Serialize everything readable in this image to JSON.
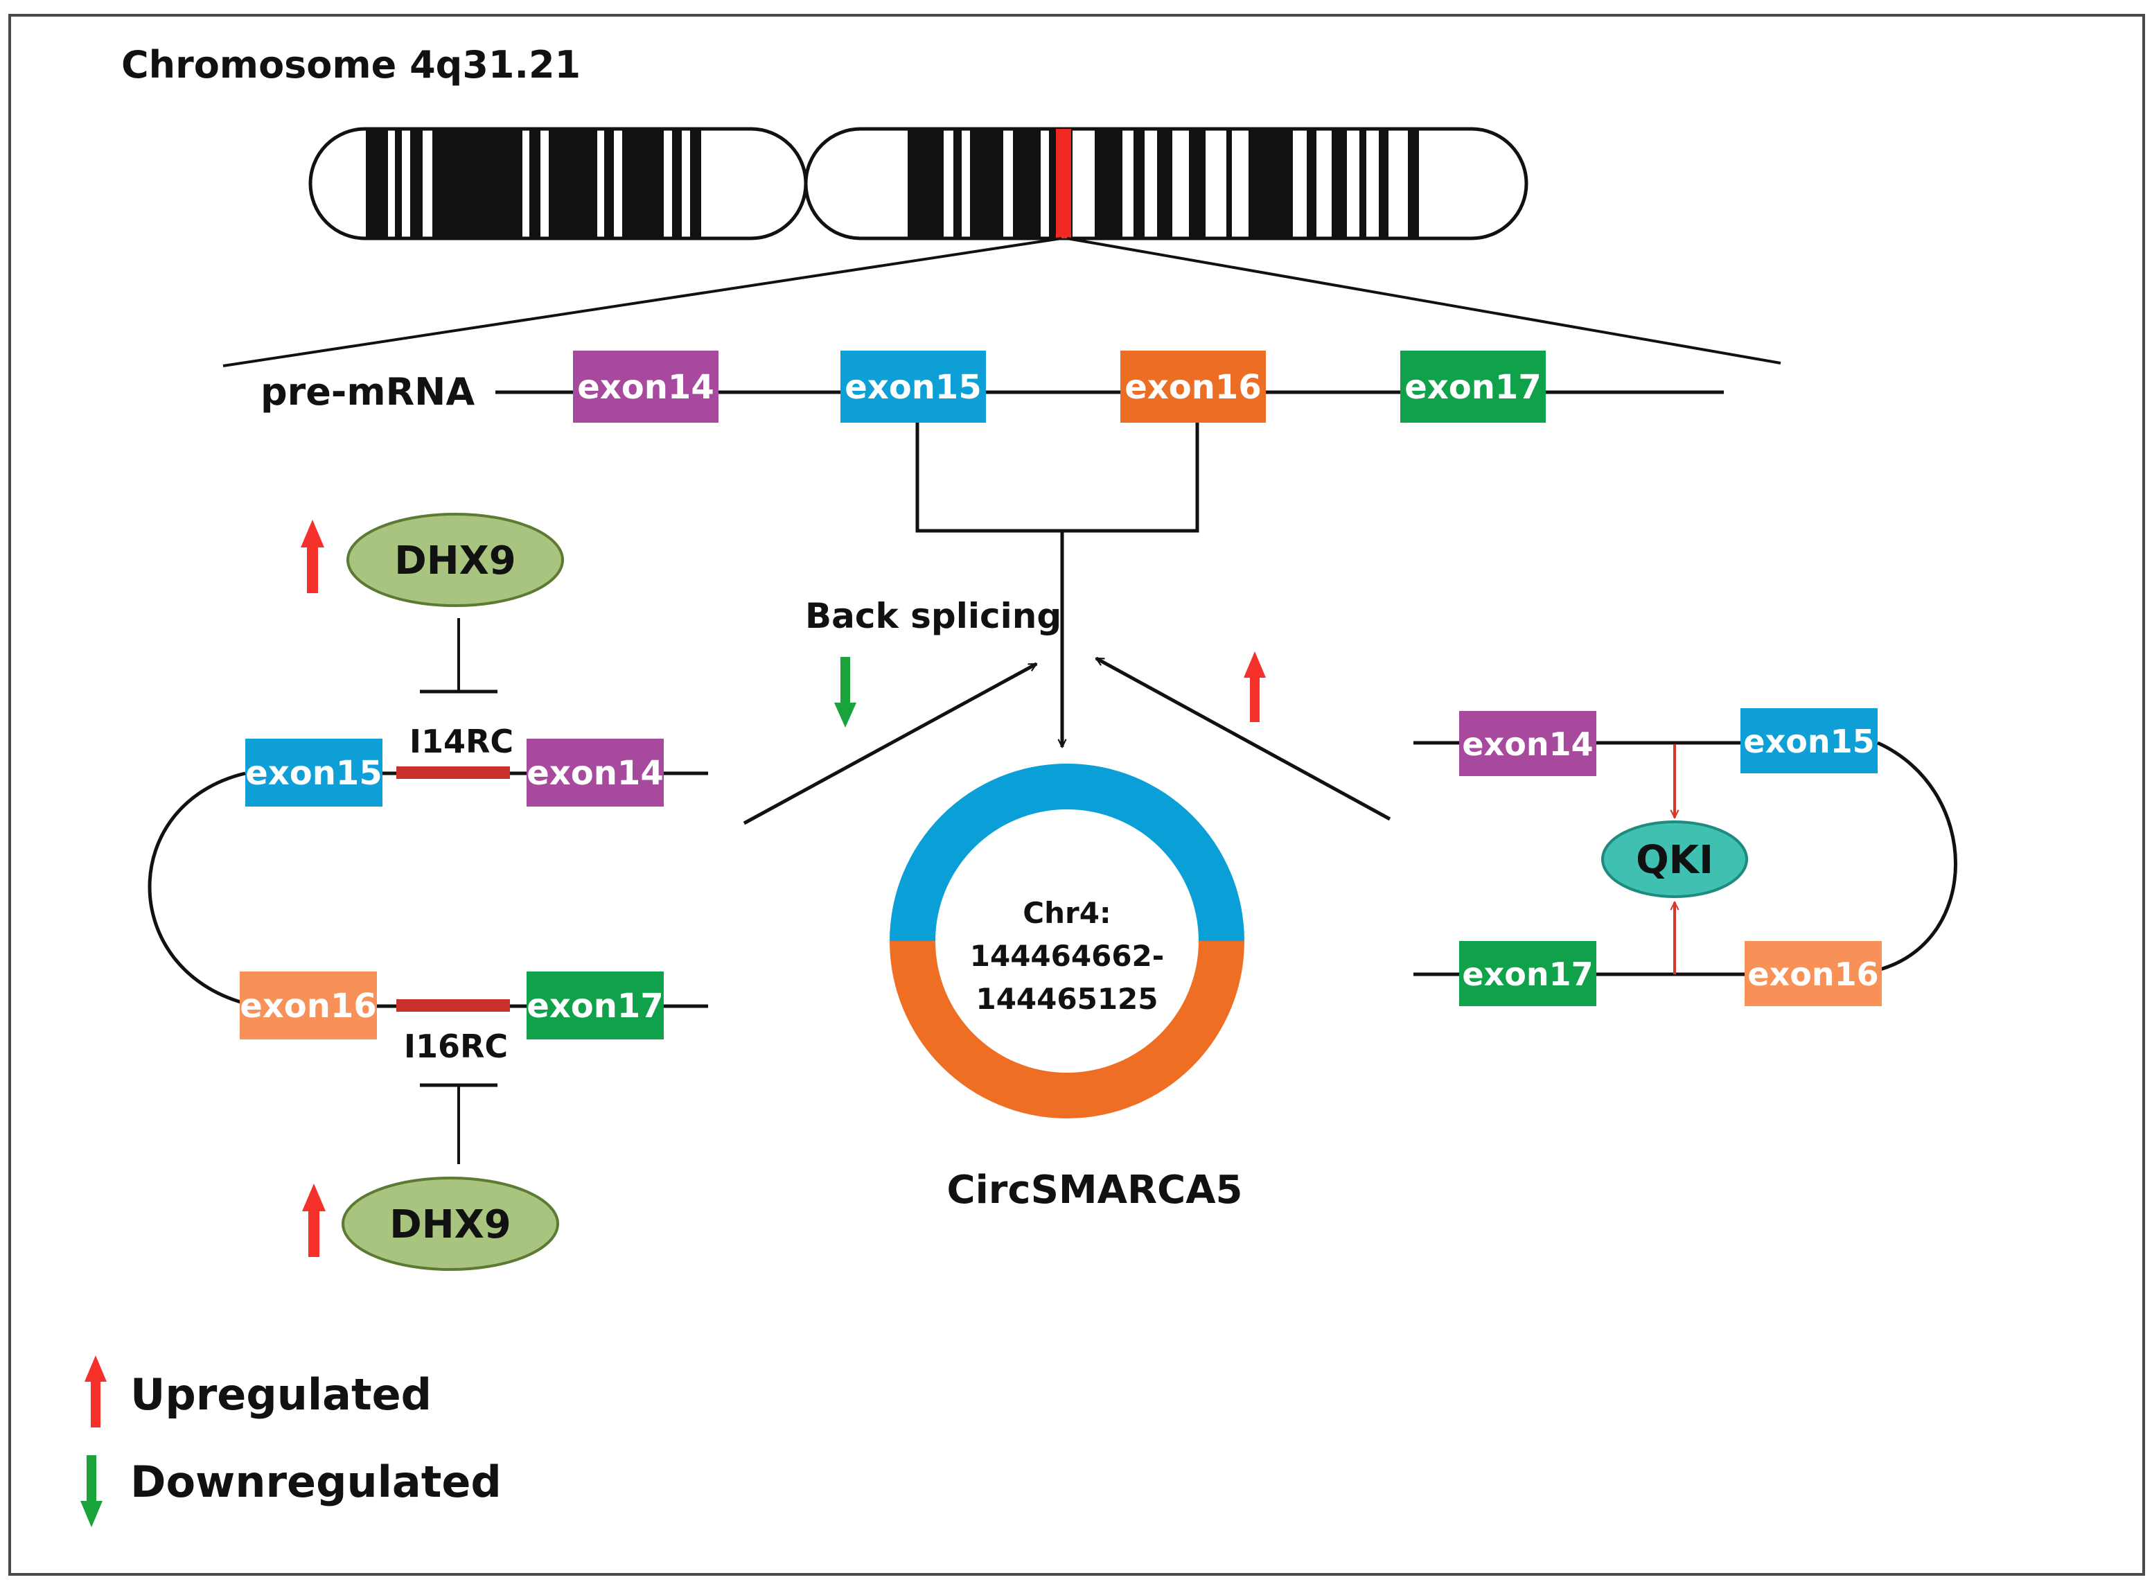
{
  "title": "Chromosome 4q31.21",
  "pre_mrna_label": "pre-mRNA",
  "exon_labels": {
    "e14": "exon14",
    "e15": "exon15",
    "e16": "exon16",
    "e17": "exon17"
  },
  "back_splicing_label": "Back splicing",
  "dhx9_label": "DHX9",
  "qki_label": "QKI",
  "i14rc_label": "I14RC",
  "i16rc_label": "I16RC",
  "circ_coords": {
    "line1": "Chr4:",
    "line2": "144464662-",
    "line3": "144465125"
  },
  "circ_name": "CircSMARCA5",
  "legend": {
    "up": "Upregulated",
    "down": "Downregulated"
  },
  "colors": {
    "exon14": "#a74a9e",
    "exon15": "#0e9fd6",
    "exon16_top": "#ec6d24",
    "exon16_light": "#f89157",
    "exon17": "#10a24a",
    "up_arrow": "#f6302a",
    "down_arrow": "#19a43b",
    "dhx9_fill": "#a9c47f",
    "qki_fill": "#3fc0b0",
    "intron_bar": "#c8302c",
    "circ_top": "#0a9fd6",
    "circ_bottom": "#ee6f24",
    "chromosome_marker": "#f02a22"
  }
}
